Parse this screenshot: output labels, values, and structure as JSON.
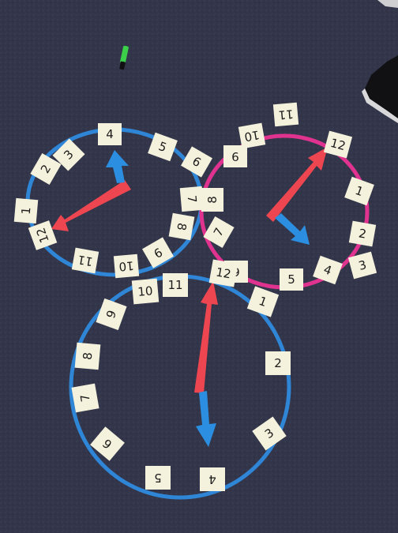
{
  "photo": {
    "carpet_color": "#33364a",
    "hoop_blue": "#2f86d6",
    "hoop_pink": "#e0338f",
    "hand_red": "#ee4650",
    "hand_blue": "#2b8ee0",
    "note_color": "#f4f1dc"
  },
  "clock_left": {
    "hoop_color": "blue",
    "notes": [
      "4",
      "5",
      "6",
      "7",
      "8",
      "9",
      "10",
      "11",
      "12",
      "1",
      "2",
      "3"
    ]
  },
  "clock_right": {
    "hoop_color": "pink",
    "notes": [
      "12",
      "1",
      "2",
      "3",
      "4",
      "5",
      "6",
      "7",
      "8",
      "9",
      "10",
      "11"
    ]
  },
  "clock_bottom": {
    "hoop_color": "blue",
    "notes": [
      "12",
      "1",
      "2",
      "3",
      "4",
      "5",
      "6",
      "7",
      "8",
      "9",
      "10",
      "11"
    ]
  }
}
